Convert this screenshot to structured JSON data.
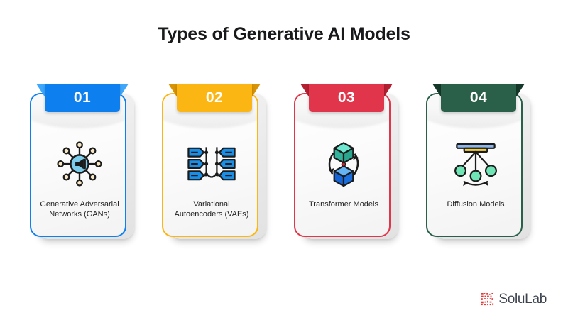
{
  "page": {
    "title": "Types of Generative AI Models",
    "background": "#ffffff"
  },
  "cards": [
    {
      "number": "01",
      "label": "Generative Adversarial Networks (GANs)",
      "color": "#0d7fef",
      "tail_color": "#3fa7fb",
      "icon": "gan-network-megaphone-icon"
    },
    {
      "number": "02",
      "label": "Variational Autoencoders (VAEs)",
      "color": "#fbb613",
      "tail_color": "#d89405",
      "icon": "vae-encoder-decoder-icon"
    },
    {
      "number": "03",
      "label": "Transformer Models",
      "color": "#e0354a",
      "tail_color": "#b32032",
      "icon": "transformer-cubes-cycle-icon"
    },
    {
      "number": "04",
      "label": "Diffusion Models",
      "color": "#2a6049",
      "tail_color": "#16382a",
      "icon": "diffusion-pendulum-icon"
    }
  ],
  "logo": {
    "text": "SoluLab",
    "mark": "solulab-qr-mark-icon",
    "mark_color": "#e03a3a"
  }
}
